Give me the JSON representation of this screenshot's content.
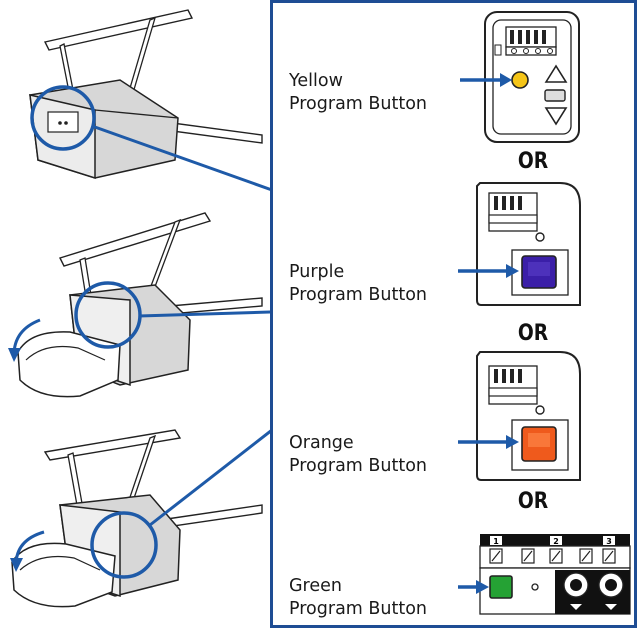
{
  "labels": {
    "yellow": {
      "line1": "Yellow",
      "line2": "Program Button",
      "color": "#f5c518"
    },
    "purple": {
      "line1": "Purple",
      "line2": "Program Button",
      "color": "#3b1fa8"
    },
    "orange": {
      "line1": "Orange",
      "line2": "Program Button",
      "color": "#ef5a1c"
    },
    "green": {
      "line1": "Green",
      "line2": "Program Button",
      "color": "#25a234"
    }
  },
  "separators": [
    "OR",
    "OR",
    "OR"
  ],
  "dip_numbers": [
    "1",
    "2",
    "3"
  ],
  "colors": {
    "frame": "#1e4d94",
    "arrow": "#1e5aa8",
    "line": "#1a1a1a"
  }
}
